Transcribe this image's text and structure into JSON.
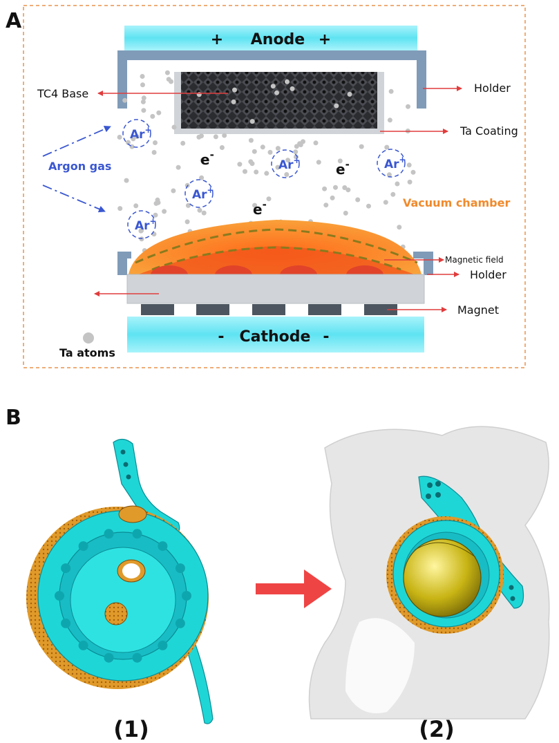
{
  "panels": {
    "a": {
      "letter": "A"
    },
    "b": {
      "letter": "B"
    }
  },
  "labels": {
    "anode": "Anode",
    "anode_plus": "+",
    "cathode": "Cathode",
    "cathode_minus": "-",
    "holder_top": "Holder",
    "holder_bottom": "Holder",
    "tc4_base": "TC4 Base",
    "ta_coating": "Ta Coating",
    "argon_gas": "Argon gas",
    "vacuum_chamber": "Vacuum chamber",
    "magnetic_field": "Magnetic field",
    "magnet": "Magnet",
    "ta_atoms": "Ta atoms",
    "argon_ion": "Ar",
    "argon_ion_charge": "+",
    "electron": "e",
    "electron_charge": "-"
  },
  "captions": {
    "left": "(1)",
    "right": "(2)"
  },
  "colors": {
    "electrode": "#5fe3f2",
    "holder": "#7f9bb8",
    "substrate": "#d0d4d8",
    "magnet": "#4d5660",
    "plasma": "#f7901e",
    "arrow_red": "#e03c3c",
    "argon_blue": "#3a57d1",
    "frame": "#e8924a",
    "implant_cyan": "#1fd6d6",
    "porous_gold": "#e09a2a",
    "liner_yellow": "#c8b414",
    "bone_grey": "#e6e6e6"
  }
}
